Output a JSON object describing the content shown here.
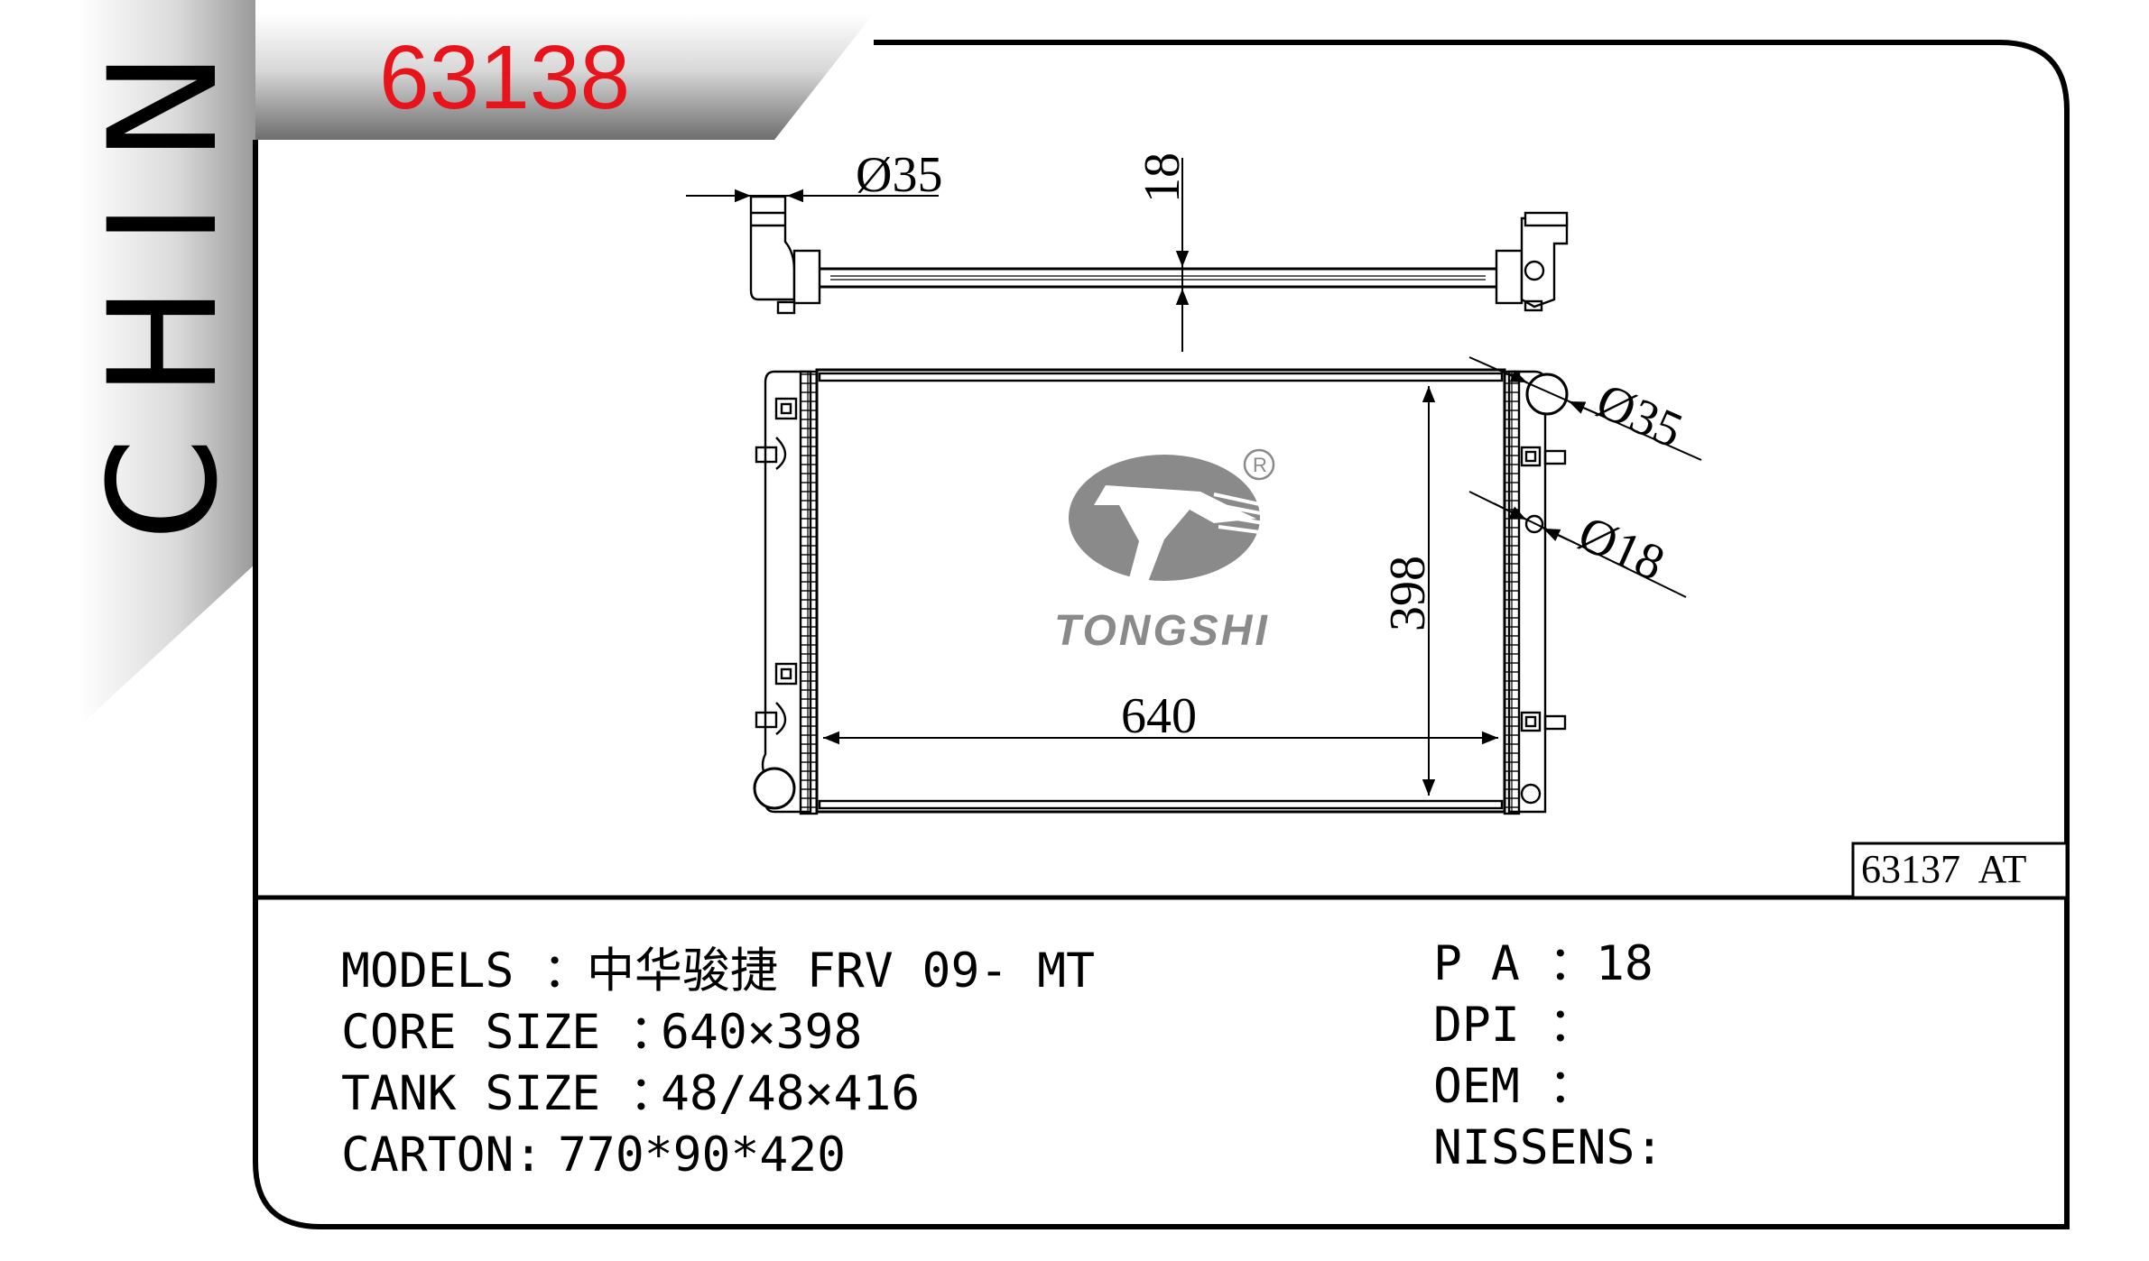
{
  "header": {
    "part_number": "63138",
    "side_label": "CHINE"
  },
  "ref_box": {
    "label": "63137  AT"
  },
  "dimensions": {
    "top_inlet_dia": "Ø35",
    "tube_depth": "18",
    "outlet_dia": "Ø35",
    "small_port_dia": "Ø18",
    "core_height": "398",
    "core_width": "640"
  },
  "logo": {
    "brand": "TONGSHI",
    "registered": "R"
  },
  "specs_left": [
    {
      "label": "MODELS ：",
      "value": "中华骏捷 FRV 09- MT"
    },
    {
      "label": "CORE SIZE ：",
      "value": "640×398"
    },
    {
      "label": "TANK SIZE ：",
      "value": "48/48×416"
    },
    {
      "label": "CARTON:",
      "value": "770*90*420"
    }
  ],
  "specs_right": [
    {
      "label": "P A ：",
      "value": "18"
    },
    {
      "label": "DPI ：",
      "value": ""
    },
    {
      "label": "OEM ：",
      "value": ""
    },
    {
      "label": "NISSENS:",
      "value": ""
    }
  ],
  "colors": {
    "part_number": "#e8141c",
    "line": "#000000",
    "logo_gray": "#8a8a8a"
  }
}
